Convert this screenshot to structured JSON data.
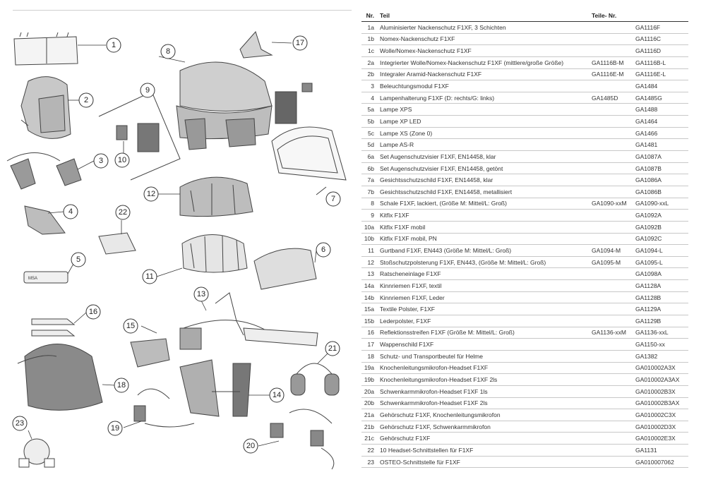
{
  "table": {
    "headers": {
      "nr": "Nr.",
      "teil": "Teil",
      "teile_nr": "Teile- Nr."
    },
    "rows": [
      {
        "nr": "1a",
        "teil": "Aluminisierter Nackenschutz F1XF, 3 Schichten",
        "n1": "",
        "n2": "GA1116F"
      },
      {
        "nr": "1b",
        "teil": "Nomex-Nackenschutz F1XF",
        "n1": "",
        "n2": "GA1116C"
      },
      {
        "nr": "1c",
        "teil": "Wolle/Nomex-Nackenschutz F1XF",
        "n1": "",
        "n2": "GA1116D"
      },
      {
        "nr": "2a",
        "teil": "Integrierter Wolle/Nomex-Nackenschutz F1XF (mittlere/große Größe)",
        "n1": "GA1116B-M",
        "n2": "GA1116B-L"
      },
      {
        "nr": "2b",
        "teil": "Integraler Aramid-Nackenschutz F1XF",
        "n1": "GA1116E-M",
        "n2": "GA1116E-L"
      },
      {
        "nr": "3",
        "teil": "Beleuchtungsmodul F1XF",
        "n1": "",
        "n2": "GA1484"
      },
      {
        "nr": "4",
        "teil": "Lampenhalterung F1XF (D: rechts/G: links)",
        "n1": "GA1485D",
        "n2": "GA1485G"
      },
      {
        "nr": "5a",
        "teil": "Lampe XPS",
        "n1": "",
        "n2": "GA1488"
      },
      {
        "nr": "5b",
        "teil": "Lampe XP LED",
        "n1": "",
        "n2": "GA1464"
      },
      {
        "nr": "5c",
        "teil": "Lampe XS (Zone 0)",
        "n1": "",
        "n2": "GA1466"
      },
      {
        "nr": "5d",
        "teil": "Lampe AS-R",
        "n1": "",
        "n2": "GA1481"
      },
      {
        "nr": "6a",
        "teil": "Set Augenschutzvisier F1XF, EN14458, klar",
        "n1": "",
        "n2": "GA1087A"
      },
      {
        "nr": "6b",
        "teil": "Set Augenschutzvisier F1XF, EN14458, getönt",
        "n1": "",
        "n2": "GA1087B"
      },
      {
        "nr": "7a",
        "teil": "Gesichtsschutzschild F1XF, EN14458, klar",
        "n1": "",
        "n2": "GA1086A"
      },
      {
        "nr": "7b",
        "teil": "Gesichtsschutzschild F1XF, EN14458, metallisiert",
        "n1": "",
        "n2": "GA1086B"
      },
      {
        "nr": "8",
        "teil": "Schale F1XF, lackiert, (Größe M: Mittel/L: Groß)",
        "n1": "GA1090-xxM",
        "n2": "GA1090-xxL"
      },
      {
        "nr": "9",
        "teil": "Kitfix F1XF",
        "n1": "",
        "n2": "GA1092A"
      },
      {
        "nr": "10a",
        "teil": "Kitfix F1XF mobil",
        "n1": "",
        "n2": "GA1092B"
      },
      {
        "nr": "10b",
        "teil": "Kitfix F1XF mobil, PN",
        "n1": "",
        "n2": "GA1092C"
      },
      {
        "nr": "11",
        "teil": "Gurtband F1XF, EN443 (Größe M: Mittel/L: Groß)",
        "n1": "GA1094-M",
        "n2": "GA1094-L"
      },
      {
        "nr": "12",
        "teil": "Stoßschutzpolsterung F1XF, EN443, (Größe M: Mittel/L: Groß)",
        "n1": "GA1095-M",
        "n2": "GA1095-L"
      },
      {
        "nr": "13",
        "teil": "Ratscheneinlage F1XF",
        "n1": "",
        "n2": "GA1098A"
      },
      {
        "nr": "14a",
        "teil": "Kinnriemen F1XF, textil",
        "n1": "",
        "n2": "GA1128A"
      },
      {
        "nr": "14b",
        "teil": "Kinnriemen F1XF, Leder",
        "n1": "",
        "n2": "GA1128B"
      },
      {
        "nr": "15a",
        "teil": "Textile Polster, F1XF",
        "n1": "",
        "n2": "GA1129A"
      },
      {
        "nr": "15b",
        "teil": "Lederpolster, F1XF",
        "n1": "",
        "n2": "GA1129B"
      },
      {
        "nr": "16",
        "teil": "Reflektionsstreifen F1XF (Größe M: Mittel/L: Groß)",
        "n1": "GA1136-xxM",
        "n2": "GA1136-xxL"
      },
      {
        "nr": "17",
        "teil": "Wappenschild F1XF",
        "n1": "",
        "n2": "GA1150-xx"
      },
      {
        "nr": "18",
        "teil": "Schutz- und Transportbeutel für Helme",
        "n1": "",
        "n2": "GA1382"
      },
      {
        "nr": "19a",
        "teil": "Knochenleitungsmikrofon-Headset F1XF",
        "n1": "",
        "n2": "GA010002A3X"
      },
      {
        "nr": "19b",
        "teil": "Knochenleitungsmikrofon-Headset F1XF 2ls",
        "n1": "",
        "n2": "GA010002A3AX"
      },
      {
        "nr": "20a",
        "teil": "Schwenkarmmikrofon-Headset F1XF 1ls",
        "n1": "",
        "n2": "GA010002B3X"
      },
      {
        "nr": "20b",
        "teil": "Schwenkarmmikrofon-Headset F1XF 2ls",
        "n1": "",
        "n2": "GA010002B3AX"
      },
      {
        "nr": "21a",
        "teil": "Gehörschutz F1XF, Knochenleitungsmikrofon",
        "n1": "",
        "n2": "GA010002C3X"
      },
      {
        "nr": "21b",
        "teil": "Gehörschutz F1XF, Schwenkarmmikrofon",
        "n1": "",
        "n2": "GA010002D3X"
      },
      {
        "nr": "21c",
        "teil": "Gehörschutz F1XF",
        "n1": "",
        "n2": "GA010002E3X"
      },
      {
        "nr": "22",
        "teil": "10 Headset-Schnittstellen für F1XF",
        "n1": "",
        "n2": "GA1131"
      },
      {
        "nr": "23",
        "teil": "OSTEO-Schnittstelle für F1XF",
        "n1": "",
        "n2": "GA010007062"
      }
    ]
  },
  "diagram": {
    "callouts": [
      "1",
      "2",
      "3",
      "4",
      "5",
      "6",
      "7",
      "8",
      "9",
      "10",
      "11",
      "12",
      "13",
      "14",
      "15",
      "16",
      "17",
      "18",
      "19",
      "20",
      "21",
      "22",
      "23"
    ],
    "lamp_label": "MSA"
  }
}
